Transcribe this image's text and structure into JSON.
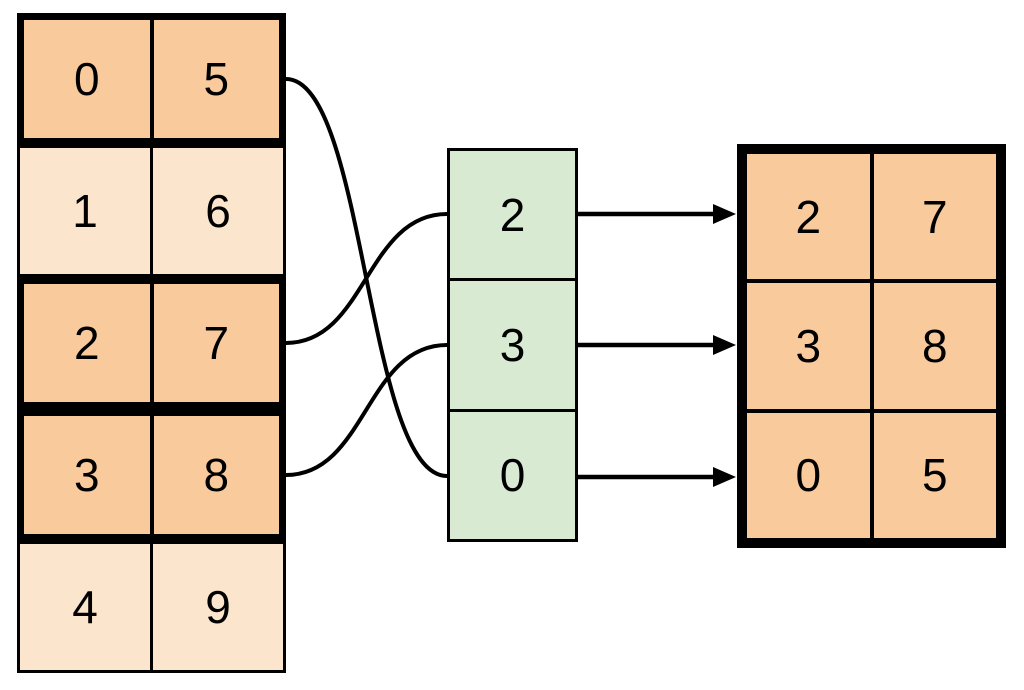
{
  "diagram": {
    "left_table": {
      "rows": [
        {
          "cells": [
            "0",
            "5"
          ],
          "highlighted": true
        },
        {
          "cells": [
            "1",
            "6"
          ],
          "highlighted": false
        },
        {
          "cells": [
            "2",
            "7"
          ],
          "highlighted": true
        },
        {
          "cells": [
            "3",
            "8"
          ],
          "highlighted": true
        },
        {
          "cells": [
            "4",
            "9"
          ],
          "highlighted": false
        }
      ]
    },
    "index_column": {
      "cells": [
        "2",
        "3",
        "0"
      ]
    },
    "result_table": {
      "rows": [
        {
          "cells": [
            "2",
            "7"
          ]
        },
        {
          "cells": [
            "3",
            "8"
          ]
        },
        {
          "cells": [
            "0",
            "5"
          ]
        }
      ]
    },
    "colors": {
      "highlight_fill": "#f9cb9c",
      "plain_fill": "#fce5cd",
      "index_fill": "#d9ead3",
      "line": "#000000"
    }
  }
}
